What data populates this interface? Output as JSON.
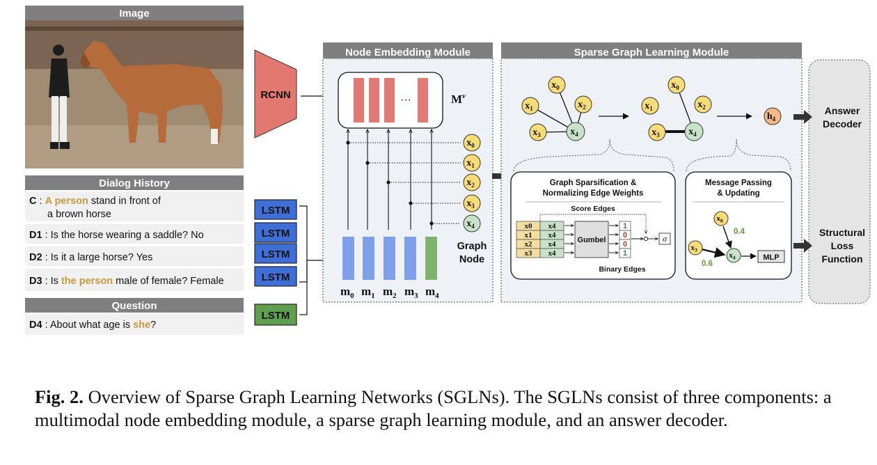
{
  "panels": {
    "image_title": "Image",
    "dialog_title": "Dialog History",
    "question_title": "Question"
  },
  "dialog": [
    {
      "speaker": "C",
      "before": "",
      "highlight": "A person",
      "after": " stand in front of",
      "line2": "a brown horse"
    },
    {
      "speaker": "D1",
      "before": "Is the horse wearing a saddle? No",
      "highlight": "",
      "after": ""
    },
    {
      "speaker": "D2",
      "before": "Is it a large horse? Yes",
      "highlight": "",
      "after": ""
    },
    {
      "speaker": "D3",
      "before": "Is ",
      "highlight": "the person",
      "after": " male of female? Female"
    }
  ],
  "question": {
    "speaker": "D4",
    "before": "About what age is ",
    "highlight": "she",
    "after": "?"
  },
  "encoders": {
    "rcnn": "RCNN",
    "lstm": "LSTM"
  },
  "node_embedding": {
    "title": "Node Embedding Module",
    "matrix_label": "M",
    "matrix_sup": "v",
    "dots": "···",
    "m_labels": [
      [
        "m",
        "0"
      ],
      [
        "m",
        "1"
      ],
      [
        "m",
        "2"
      ],
      [
        "m",
        "3"
      ],
      [
        "m",
        "4"
      ]
    ],
    "graph_node_label": [
      "Graph",
      "Node"
    ],
    "x_nodes": [
      [
        "x",
        "0"
      ],
      [
        "x",
        "1"
      ],
      [
        "x",
        "2"
      ],
      [
        "x",
        "3"
      ],
      [
        "x",
        "4"
      ]
    ]
  },
  "sparse_graph": {
    "title": "Sparse Graph Learning Module",
    "h_node": [
      "h",
      "4"
    ],
    "sparsification": {
      "title": [
        "Graph Sparsification &",
        "Normalizing Edge Weights"
      ],
      "score_edges": "Score Edges",
      "gumbel": "Gumbel",
      "binary_edges": "Binary Edges",
      "sigma": "σ",
      "binary_values": [
        "1",
        "0",
        "0",
        "1"
      ],
      "pairs": [
        [
          "x0",
          "x4"
        ],
        [
          "x1",
          "x4"
        ],
        [
          "x2",
          "x4"
        ],
        [
          "x3",
          "x4"
        ]
      ]
    },
    "message_passing": {
      "title": [
        "Message Passing",
        "& Updating"
      ],
      "w_top": "0.4",
      "w_left": "0.6",
      "mlp": "MLP"
    }
  },
  "outputs": {
    "answer_decoder": [
      "Answer",
      "Decoder"
    ],
    "structural_loss": [
      "Structural",
      "Loss",
      "Function"
    ]
  },
  "caption": {
    "label": "Fig. 2.",
    "text": " Overview of Sparse Graph Learning Networks (SGLNs). The SGLNs consist of three components: a multimodal node embedding module, a sparse graph learning module, and an answer decoder."
  },
  "colors": {
    "panel_header": "#7f7f7f",
    "highlight": "#c99a3c",
    "rcnn": "#e2786f",
    "lstm_blue": "#3f6fd6",
    "lstm_green": "#5e9f50",
    "bar_red": "#e07a75",
    "bar_blue": "#7f9fe8",
    "bar_green": "#7fb36c",
    "node_yellow": "#f7dc78",
    "node_green": "#c8e4c8",
    "node_orange": "#f7b888",
    "weight_green": "#5c9a3c"
  }
}
